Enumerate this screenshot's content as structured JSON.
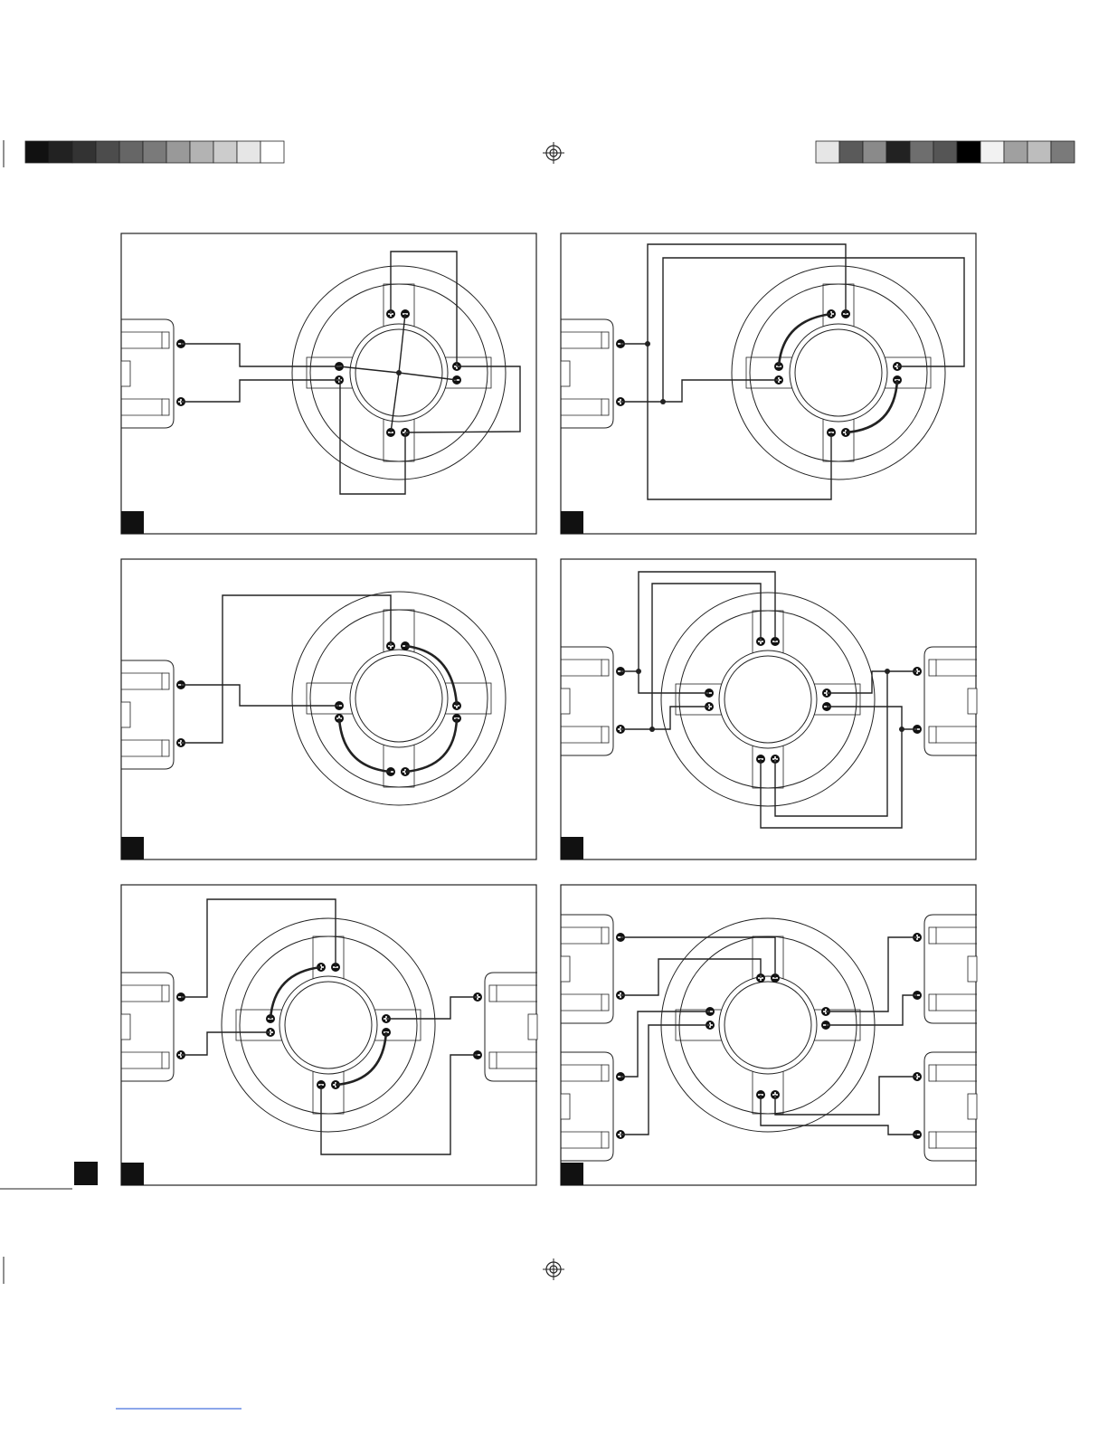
{
  "page": {
    "background": "#ffffff",
    "line_color": "#222222"
  },
  "color_bar_left": {
    "swatches": [
      "#111111",
      "#222222",
      "#333333",
      "#4c4c4c",
      "#666666",
      "#7a7a7a",
      "#999999",
      "#b3b3b3",
      "#cccccc",
      "#e6e6e6",
      "#ffffff"
    ]
  },
  "color_bar_right": {
    "swatches": [
      "#e6e6e6",
      "#5a5a5a",
      "#8a8a8a",
      "#222222",
      "#6e6e6e",
      "#555555",
      "#000000",
      "#f2f2f2",
      "#a0a0a0",
      "#bdbdbd",
      "#7a7a7a"
    ]
  },
  "symbols": {
    "positive": "+",
    "negative": "−"
  },
  "panels": [
    {
      "id": "wiring-diagram-1"
    },
    {
      "id": "wiring-diagram-2"
    },
    {
      "id": "wiring-diagram-3"
    },
    {
      "id": "wiring-diagram-4"
    },
    {
      "id": "wiring-diagram-5"
    },
    {
      "id": "wiring-diagram-6"
    }
  ],
  "footer_link": {
    "text": "",
    "color": "#1a4fd6"
  }
}
